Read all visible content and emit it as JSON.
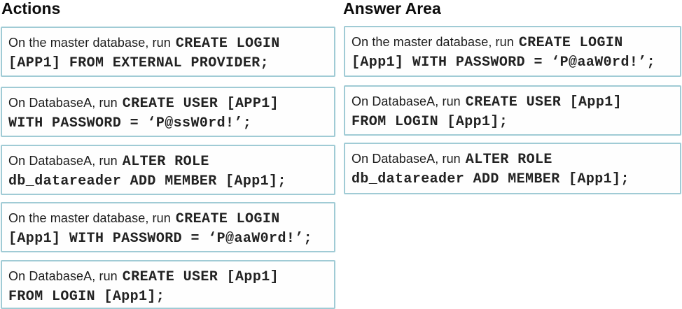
{
  "headers": {
    "actions": "Actions",
    "answer_area": "Answer Area"
  },
  "colors": {
    "tile_border": "#a0cbd5",
    "text": "#1c1c1c",
    "background": "#ffffff"
  },
  "actions": {
    "items": [
      {
        "prose": "On the master database, run",
        "code1": "CREATE LOGIN",
        "code2": "[APP1] FROM EXTERNAL PROVIDER;"
      },
      {
        "prose": "On DatabaseA, run",
        "code1": "CREATE USER [APP1]",
        "code2": "WITH PASSWORD = ‘P@ssW0rd!’;"
      },
      {
        "prose": "On DatabaseA, run",
        "code1": "ALTER ROLE",
        "code2": "db_datareader ADD MEMBER [App1];"
      },
      {
        "prose": "On the master database, run",
        "code1": "CREATE LOGIN",
        "code2": "[App1] WITH PASSWORD = ‘P@aaW0rd!’;"
      },
      {
        "prose": "On DatabaseA, run",
        "code1": "CREATE USER [App1]",
        "code2": "FROM LOGIN [App1];"
      }
    ]
  },
  "answer_area": {
    "items": [
      {
        "prose": "On the master database, run",
        "code1": "CREATE LOGIN",
        "code2": "[App1] WITH PASSWORD = ‘P@aaW0rd!’;"
      },
      {
        "prose": "On DatabaseA, run",
        "code1": "CREATE USER [App1]",
        "code2": "FROM LOGIN [App1];"
      },
      {
        "prose": "On DatabaseA, run",
        "code1": "ALTER ROLE",
        "code2": "db_datareader ADD MEMBER [App1];"
      }
    ]
  }
}
